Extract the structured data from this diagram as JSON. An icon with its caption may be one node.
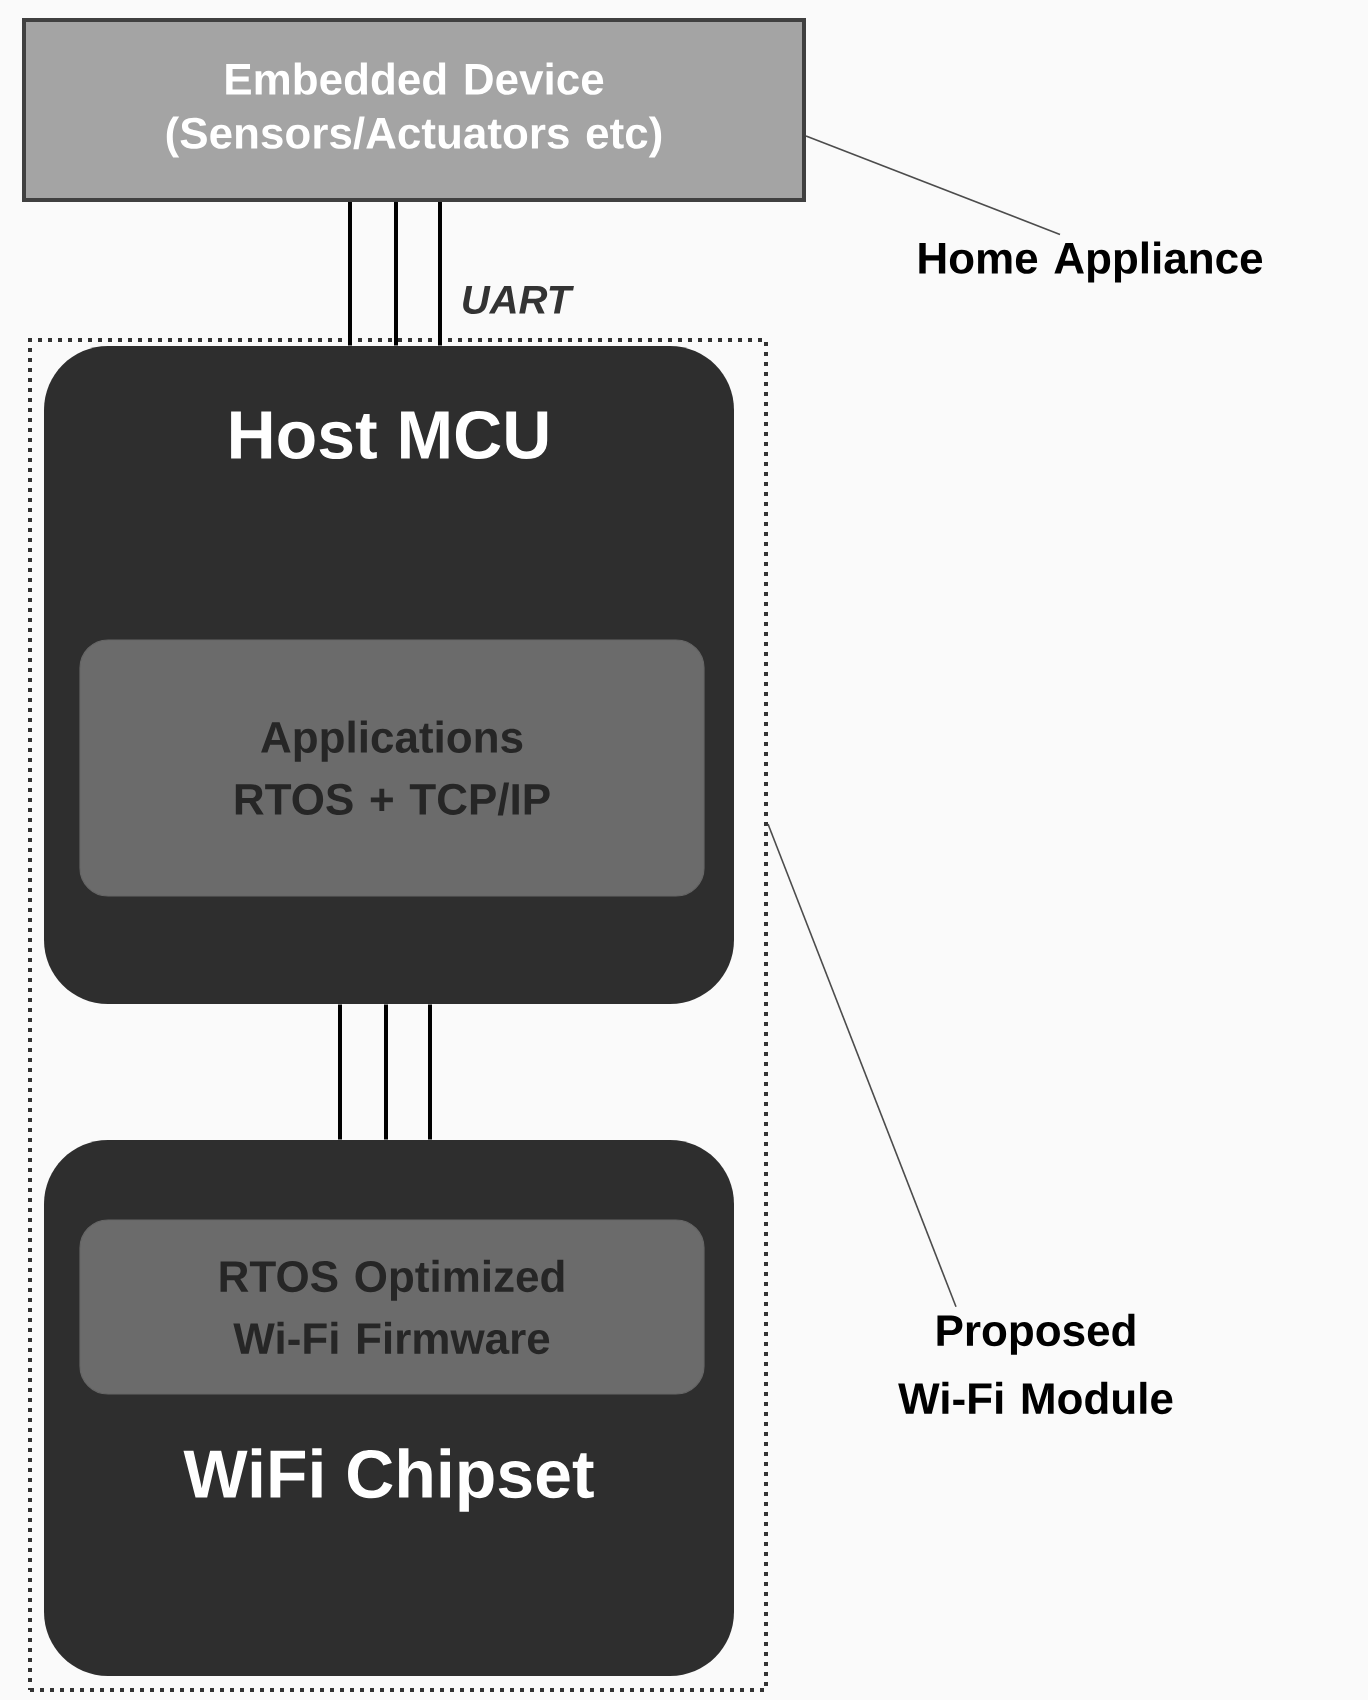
{
  "diagram": {
    "nodes": [
      {
        "text": [
          "Embedded Device (Sensors/Actuators etc)"
        ]
      },
      {
        "text": [
          "Home Appliance"
        ]
      },
      {
        "text": [],
        "shape": "box"
      },
      {
        "text": [
          "Host MCU"
        ],
        "in": 2
      },
      {
        "text": [
          "Applications RTOS + TCP/IP"
        ],
        "in": 3
      },
      {
        "text": [
          "WiFi Chipset"
        ],
        "in": 2
      },
      {
        "text": [
          "RTOS Optimized Wi-Fi Firmware"
        ],
        "in": 5
      },
      {
        "text": [
          "Proposed Wi-Fi Module"
        ]
      }
    ],
    "edges": [
      {
        "from": 1,
        "to": 0,
        "arrow": "none"
      },
      {
        "from": 0,
        "to": 3,
        "arrow": "none"
      },
      {
        "from": 0,
        "to": 3,
        "arrow": "none"
      },
      {
        "from": 0,
        "to": 3,
        "arrow": "none",
        "label": "UART"
      },
      {
        "from": 3,
        "to": 5,
        "arrow": "none"
      },
      {
        "from": 3,
        "to": 5,
        "arrow": "none"
      },
      {
        "from": 3,
        "to": 5,
        "arrow": "none"
      },
      {
        "from": 7,
        "to": 2,
        "arrow": "none"
      }
    ]
  }
}
